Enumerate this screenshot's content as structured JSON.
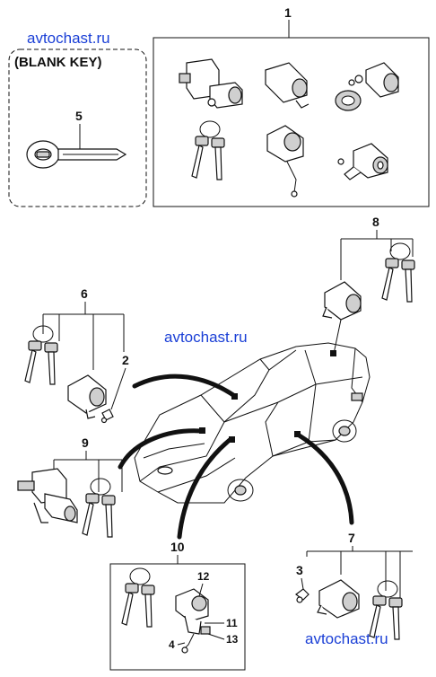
{
  "watermark": "avtochast.ru",
  "blank_key_label": "(BLANK KEY)",
  "callouts": {
    "n1": "1",
    "n2": "2",
    "n3": "3",
    "n4": "4",
    "n5": "5",
    "n6": "6",
    "n7": "7",
    "n8": "8",
    "n9": "9",
    "n10": "10",
    "n11": "11",
    "n12": "12",
    "n13": "13"
  },
  "colors": {
    "watermark": "#1a3fd6",
    "line": "#111111"
  }
}
